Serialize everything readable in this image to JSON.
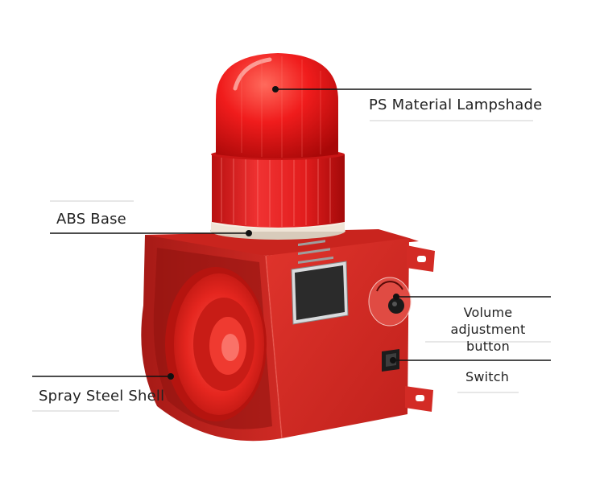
{
  "labels": {
    "lampshade": "PS Material Lampshade",
    "base": "ABS Base",
    "volume_line1": "Volume adjustment",
    "volume_line2": "button",
    "switch": "Switch",
    "shell": "Spray Steel Shell"
  },
  "colors": {
    "dome_red": "#e81c1c",
    "body_red": "#d62a23",
    "base_cream": "#efe4d6",
    "plate_silver": "#d9dbdd",
    "callout_line": "#111111"
  }
}
